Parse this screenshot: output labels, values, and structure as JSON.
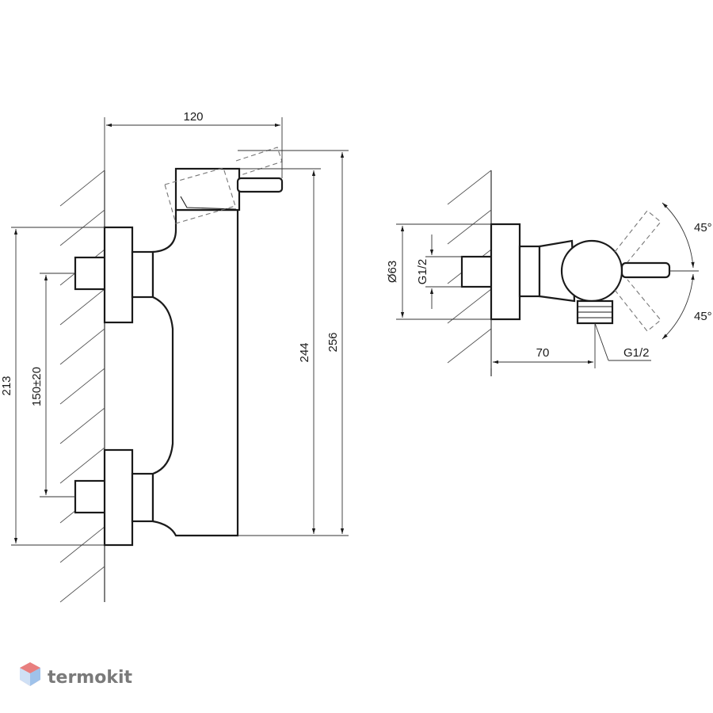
{
  "front_view": {
    "dim_width": "120",
    "dim_total_height": "256",
    "dim_body_height": "244",
    "dim_mount_height": "213",
    "dim_inlet_spacing": "150±20"
  },
  "side_view": {
    "dim_diameter": "Ø63",
    "dim_inlet_thread": "G1/2",
    "dim_outlet_thread": "G1/2",
    "dim_depth": "70",
    "angle_up": "45°",
    "angle_down": "45°"
  },
  "watermark": {
    "brand": "termokit",
    "brand_color": "#e05a5a",
    "text_color": "#7a7a7a"
  }
}
